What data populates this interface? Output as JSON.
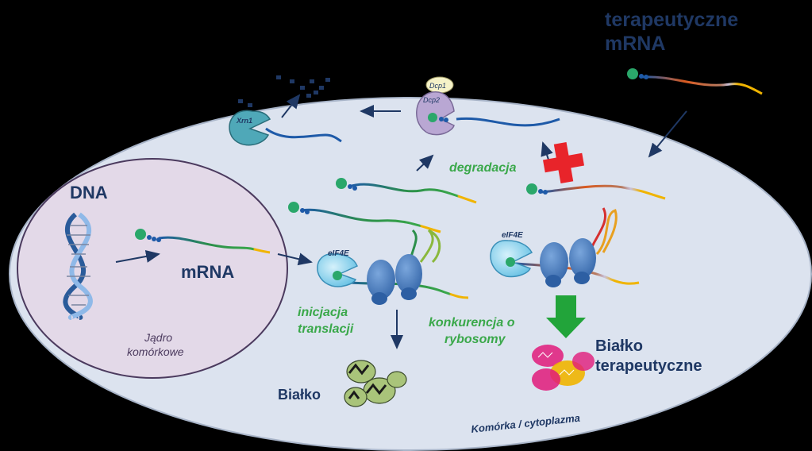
{
  "title": {
    "line1": "terapeutyczne",
    "line2": "mRNA"
  },
  "labels": {
    "dna": "DNA",
    "mrna": "mRNA",
    "nucleus_line1": "Jądro",
    "nucleus_line2": "komórkowe",
    "eif4e_left": "eIF4E",
    "eif4e_right": "eIF4E",
    "xrn1": "Xrn1",
    "dcp1": "Dcp1",
    "dcp2": "Dcp2",
    "degradacja": "degradacja",
    "inicjacja_line1": "inicjacja",
    "inicjacja_line2": "translacji",
    "konkurencja_line1": "konkurencja o",
    "konkurencja_line2": "rybosomy",
    "bialko": "Białko",
    "bialko_ter_line1": "Białko",
    "bialko_ter_line2": "terapeutyczne",
    "cytoplazma": "Komórka / cytoplazma"
  },
  "colors": {
    "background": "#000000",
    "cell_fill": "#dce3ef",
    "nucleus_fill": "#e3d9e8",
    "nucleus_stroke": "#4b3a5e",
    "title_text": "#1f3864",
    "label_dark": "#1f3864",
    "label_green": "#3aa84a",
    "arrow": "#1f3864",
    "ribosome": "#4a7fc1",
    "eif4e": "#8fd3ef",
    "xrn1": "#4fa8b8",
    "dcp": "#b9a7d3",
    "red_cross": "#e8242a",
    "green_arrow": "#22a43a",
    "cap": "#2aa76a"
  },
  "icons": [
    "dna-helix-icon",
    "ribosome-icon",
    "eif4e-icon",
    "xrn1-icon",
    "decapping-complex-icon",
    "protein-structure-icon",
    "red-cross-icon"
  ]
}
